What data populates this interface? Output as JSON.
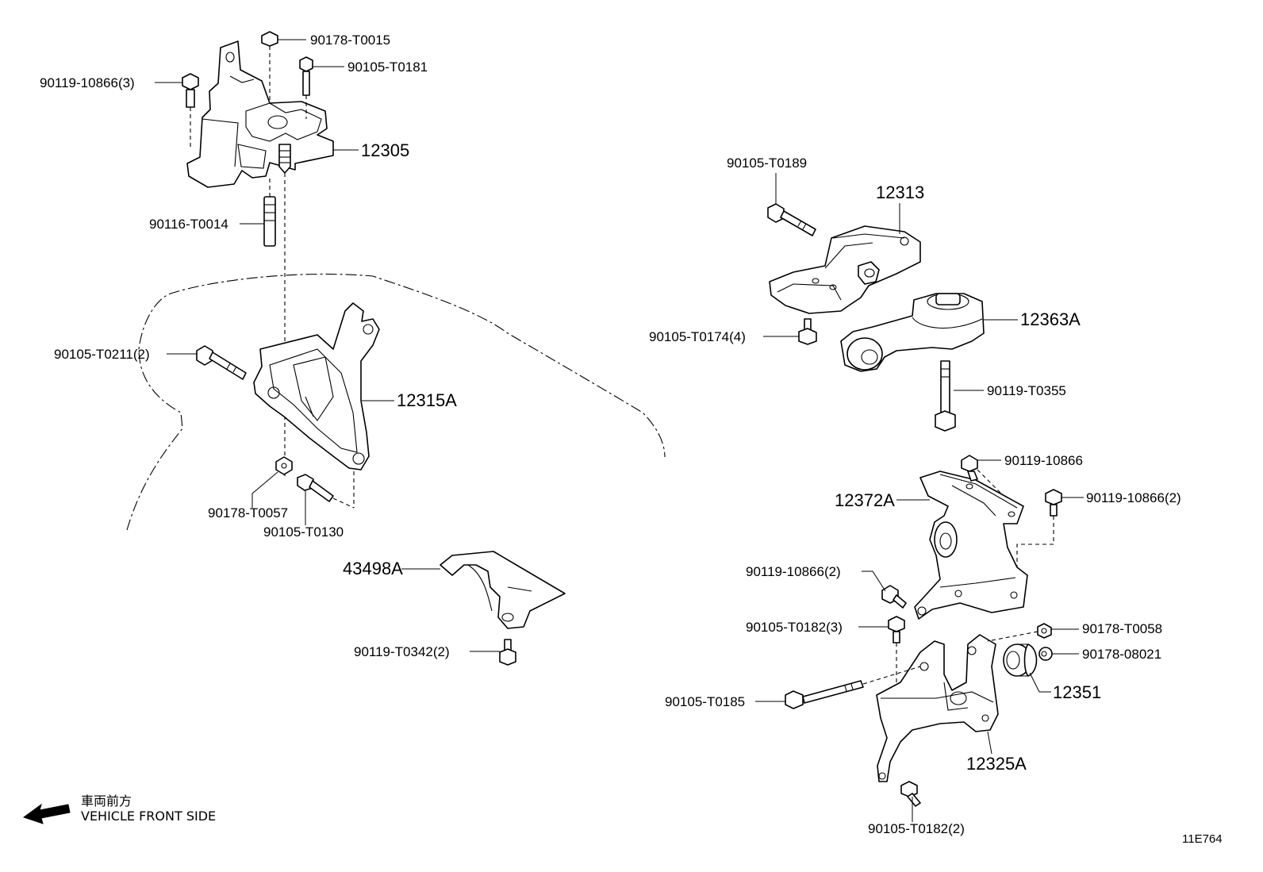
{
  "diagram_id": "11E764",
  "direction": {
    "label_jp": "車両前方",
    "label_en": "VEHICLE FRONT SIDE"
  },
  "labels": {
    "p90178_T0015": "90178-T0015",
    "p90105_T0181": "90105-T0181",
    "p90119_10866_3": "90119-10866(3)",
    "p12305": "12305",
    "p90116_T0014": "90116-T0014",
    "p90105_T0211_2": "90105-T0211(2)",
    "p12315A": "12315A",
    "p90178_T0057": "90178-T0057",
    "p90105_T0130": "90105-T0130",
    "p43498A": "43498A",
    "p90119_T0342_2": "90119-T0342(2)",
    "p90105_T0189": "90105-T0189",
    "p12313": "12313",
    "p90105_T0174_4": "90105-T0174(4)",
    "p12363A": "12363A",
    "p90119_T0355": "90119-T0355",
    "p90119_10866": "90119-10866",
    "p12372A": "12372A",
    "p90119_10866_2a": "90119-10866(2)",
    "p90119_10866_2b": "90119-10866(2)",
    "p90105_T0182_3": "90105-T0182(3)",
    "p90178_T0058": "90178-T0058",
    "p90178_08021": "90178-08021",
    "p12351": "12351",
    "p90105_T0185": "90105-T0185",
    "p12325A": "12325A",
    "p90105_T0182_2": "90105-T0182(2)"
  }
}
